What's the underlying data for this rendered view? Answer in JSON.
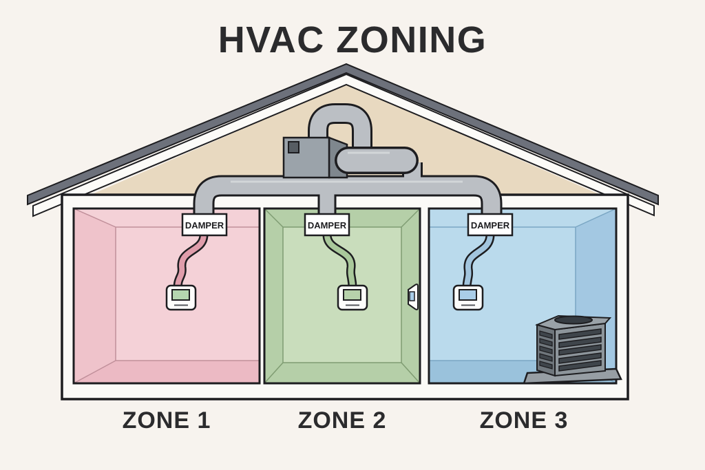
{
  "title": "HVAC ZONING",
  "zones": [
    {
      "label": "ZONE 1",
      "damper_label": "DAMPER",
      "colors": {
        "room": "#efc3cb",
        "back": "#f4d1d7",
        "shade": "#ecbac4",
        "edge": "#c08f9a",
        "tube": "#df9dab",
        "screen": "#b5d6b0"
      }
    },
    {
      "label": "ZONE 2",
      "damper_label": "DAMPER",
      "colors": {
        "room": "#b5cfa8",
        "back": "#c9ddbc",
        "shade": "#aac79c",
        "edge": "#7f9c72",
        "tube": "#a9c89b",
        "screen": "#b7d2ab"
      }
    },
    {
      "label": "ZONE 3",
      "damper_label": "DAMPER",
      "colors": {
        "room": "#a3c8e2",
        "back": "#badaec",
        "shade": "#9ac2dc",
        "edge": "#7aa6c3",
        "tube": "#a2c5de",
        "screen": "#a9cde8"
      }
    }
  ],
  "colors": {
    "background": "#f7f3ee",
    "outline": "#1d1d20",
    "title": "#2b2b2d",
    "roof": "#6d717b",
    "fascia": "#fcfbf8",
    "attic": "#e8d9c0",
    "house": "#fbfaf7",
    "duct": "#bbbfc4",
    "duct_highlight": "#d6d9dc",
    "thermostat": "#fdfdfb",
    "side_screen": "#a9cde8",
    "air_handler": {
      "front": "#9ba3aa",
      "side": "#7f878e",
      "vent": "#575d63"
    },
    "condenser": {
      "front": "#8d959b",
      "side": "#6f767c",
      "top": "#9aa2a8",
      "slat": "#3f454b",
      "fan": "#363c42",
      "base": "#979ea4"
    }
  }
}
